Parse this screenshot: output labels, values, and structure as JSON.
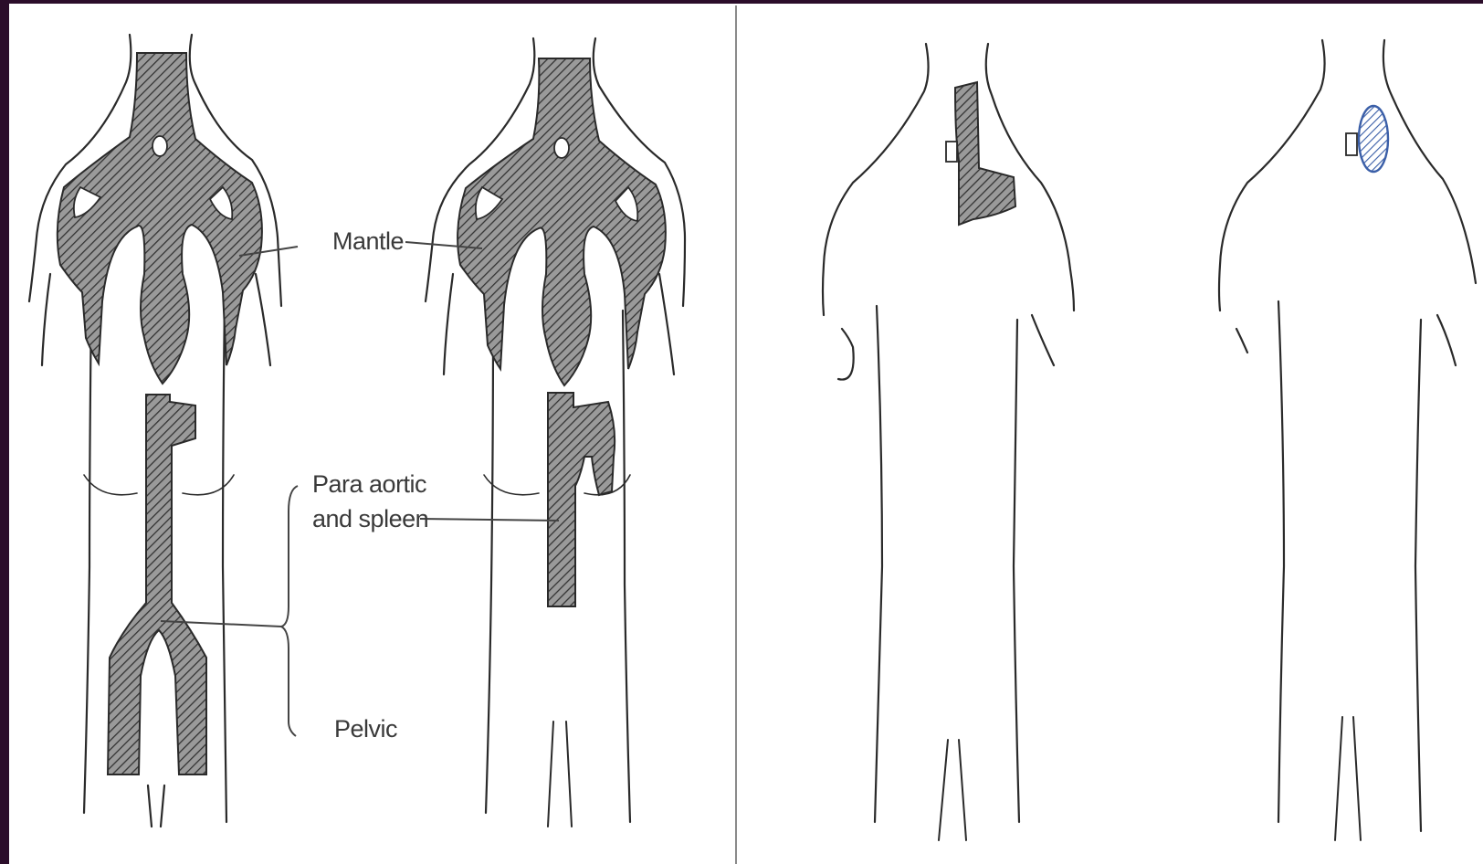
{
  "diagram": {
    "labels": {
      "mantle": "Mantle",
      "para_aortic": [
        "Para aortic",
        "and spleen"
      ],
      "pelvic": "Pelvic"
    },
    "colors": {
      "frame": "#2b0d2a",
      "page": "#ffffff",
      "outline": "#2a2a2a",
      "hatch_dark": "#333333",
      "hatch_fill": "#9a9a9a",
      "involved_field": "#3b5fa8"
    },
    "figures": [
      {
        "name": "mantle-and-pelvic-field",
        "fields": [
          "mantle",
          "para-aortic",
          "pelvic"
        ]
      },
      {
        "name": "mantle-and-para-aortic-spleen-field",
        "fields": [
          "mantle",
          "para-aortic-spleen"
        ]
      },
      {
        "name": "neck-field",
        "fields": [
          "left-neck-supraclavicular"
        ]
      },
      {
        "name": "involved-node-field",
        "fields": [
          "left-neck-node"
        ]
      }
    ]
  }
}
